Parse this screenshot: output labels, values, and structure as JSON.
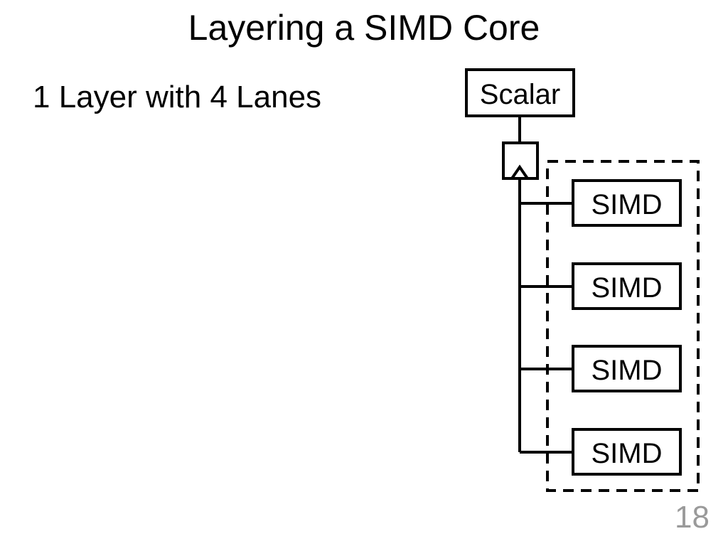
{
  "slide": {
    "title": "Layering a SIMD Core",
    "bullet": "1 Layer with 4 Lanes",
    "page_number": "18"
  },
  "diagram": {
    "scalar_label": "Scalar",
    "lanes": [
      {
        "label": "SIMD"
      },
      {
        "label": "SIMD"
      },
      {
        "label": "SIMD"
      },
      {
        "label": "SIMD"
      }
    ]
  }
}
